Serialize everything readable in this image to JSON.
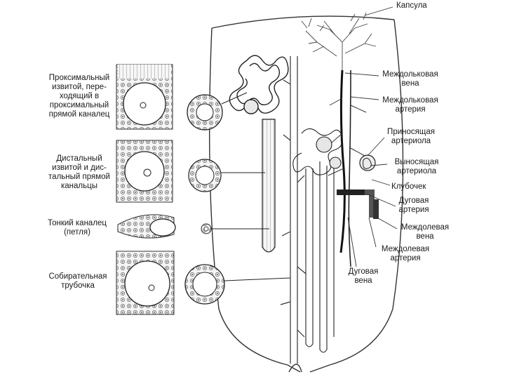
{
  "labels": {
    "capsule": "Капсула",
    "proximal": [
      "Проксимальный",
      "извитой, пере-",
      "ходящий в",
      "проксимальный",
      "прямой каналец"
    ],
    "distal": [
      "Дистальный",
      "извитой и дис-",
      "тальный прямой",
      "канальцы"
    ],
    "thin_loop": [
      "Тонкий каналец",
      "(петля)"
    ],
    "collecting": [
      "Собирательная",
      "трубочка"
    ],
    "interlobular_vein": [
      "Междольковая",
      "вена"
    ],
    "interlobular_artery": [
      "Междольковая",
      "артерия"
    ],
    "afferent_arteriole": [
      "Приносящая",
      "артериола"
    ],
    "efferent_arteriole": [
      "Выносящая",
      "артериола"
    ],
    "glomerulus": "Клубочек",
    "arcuate_artery": [
      "Дуговая",
      "артерия"
    ],
    "interlobar_vein": [
      "Междолевая",
      "вена"
    ],
    "interlobar_artery": [
      "Междолевая",
      "артерия"
    ],
    "arcuate_vein": [
      "Дуговая",
      "вена"
    ]
  }
}
